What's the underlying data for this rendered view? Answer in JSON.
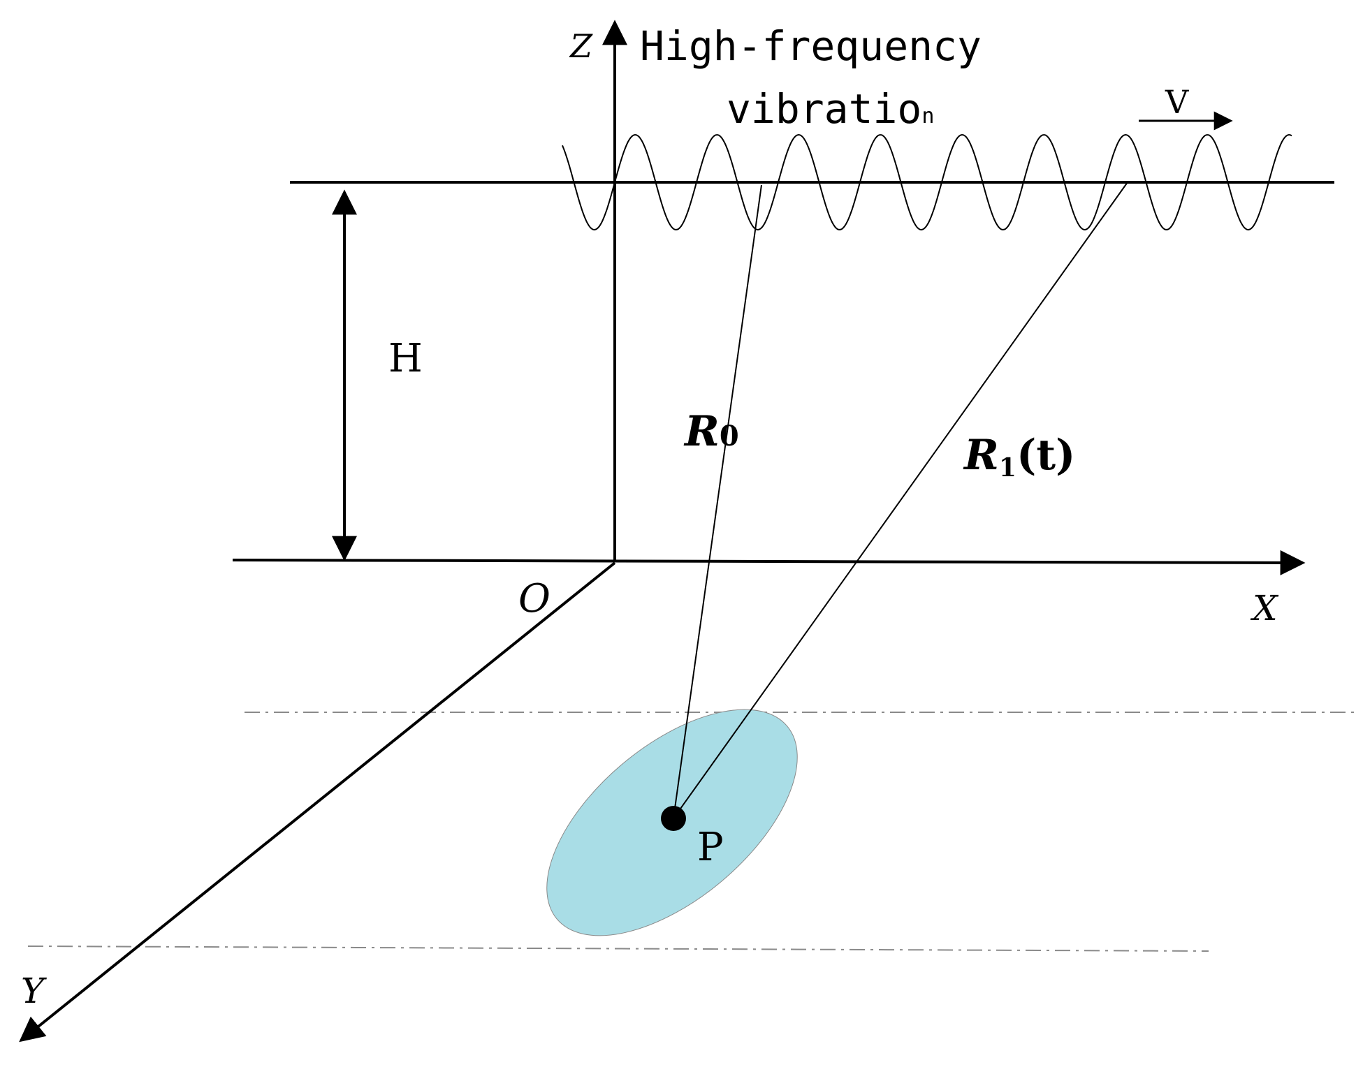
{
  "labels": {
    "z_axis": "Z",
    "x_axis": "X",
    "y_axis": "Y",
    "origin": "O",
    "title_line1": "High-frequency",
    "title_line2": "vibratio",
    "title_line2_sub": "n",
    "velocity": "V",
    "height": "H",
    "r0_main": "R",
    "r0_sub": "0",
    "r1_main": "R",
    "r1_sub": "1",
    "r1_arg": "(t)",
    "point": "P"
  },
  "colors": {
    "line": "#000000",
    "ellipse_fill": "#a9dde6",
    "dashed": "#8a8a8a"
  }
}
